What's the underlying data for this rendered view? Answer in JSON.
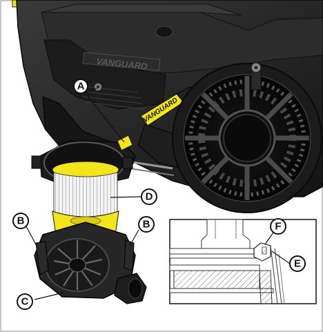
{
  "figure": {
    "brand_block": "VANGUARD",
    "brand_handle": "VANGUARD",
    "colors": {
      "engine_body": "#202020",
      "engine_shadow": "#0b0b0b",
      "filter_yellow": "#f2e51b",
      "filter_media": "#e9e9e9",
      "precleaner": "#2a2a2a",
      "detail_line": "#333333",
      "frame_border": "#8a8a8a"
    }
  },
  "callouts": {
    "a": "A",
    "b_left": "B",
    "b_right": "B",
    "c": "C",
    "d": "D",
    "e": "E",
    "f": "F"
  }
}
